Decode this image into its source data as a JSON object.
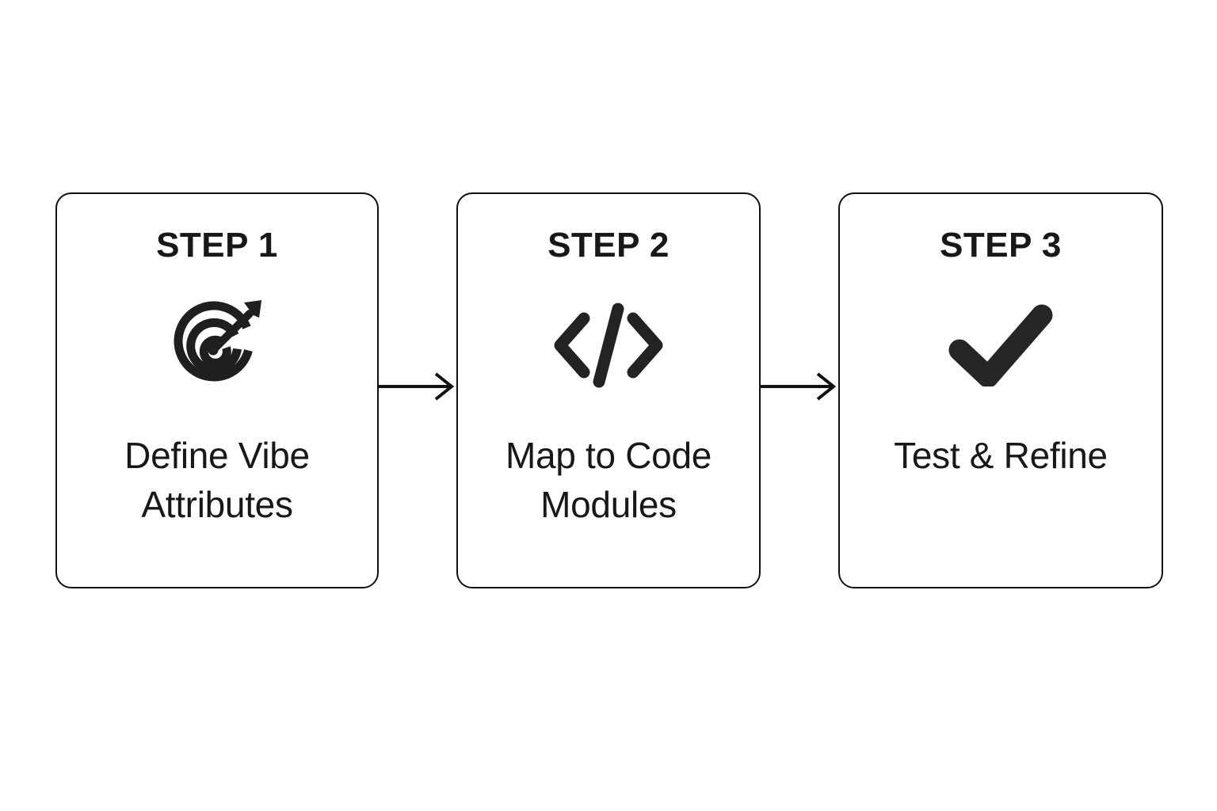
{
  "diagram": {
    "type": "process-flow",
    "orientation": "horizontal",
    "background_color": "#ffffff",
    "ink_color": "#16181a",
    "card_border_color": "#101010",
    "steps": [
      {
        "heading": "STEP 1",
        "icon": "target-arrow-icon",
        "label": "Define Vibe Attributes"
      },
      {
        "heading": "STEP 2",
        "icon": "code-brackets-icon",
        "label": "Map to Code Modules"
      },
      {
        "heading": "STEP 3",
        "icon": "checkmark-icon",
        "label": "Test & Refine"
      }
    ],
    "connectors": [
      {
        "icon": "arrow-right-icon",
        "from": "STEP 1",
        "to": "STEP 2"
      },
      {
        "icon": "arrow-right-icon",
        "from": "STEP 2",
        "to": "STEP 3"
      }
    ]
  }
}
